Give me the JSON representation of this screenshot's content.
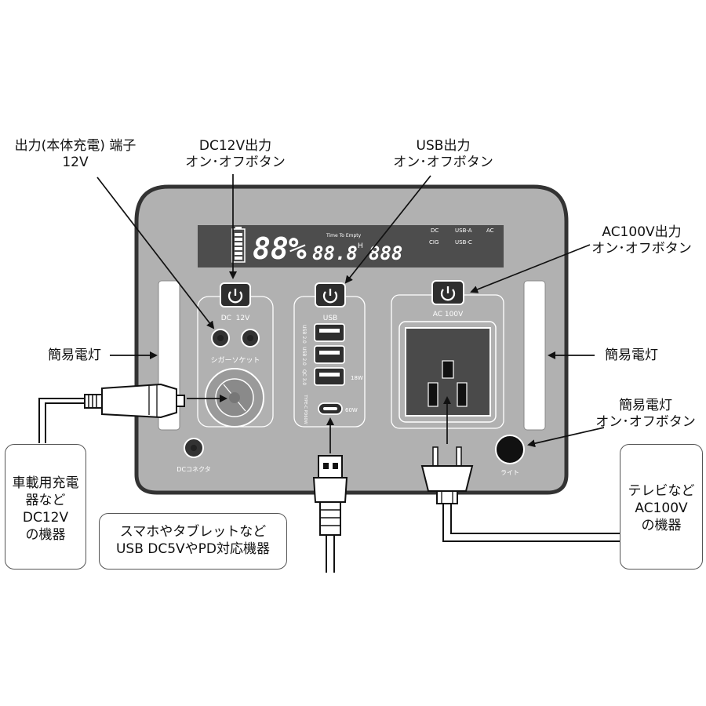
{
  "labels": {
    "dc_out_port": [
      "出力(本体充電) 端子",
      "12V"
    ],
    "dc12v_button": [
      "DC12V出力",
      "オン･オフボタン"
    ],
    "usb_button": [
      "USB出力",
      "オン･オフボタン"
    ],
    "ac100v_button": [
      "AC100V出力",
      "オン･オフボタン"
    ],
    "lamp_left": "簡易電灯",
    "lamp_right": "簡易電灯",
    "lamp_button": [
      "簡易電灯",
      "オン･オフボタン"
    ]
  },
  "device_boxes": {
    "car": [
      "車載用充電",
      "器など",
      "DC12V",
      "の機器"
    ],
    "usb": [
      "スマホやタブレットなど",
      "USB DC5VやPD対応機器"
    ],
    "tv": [
      "テレビなど",
      "AC100V",
      "の機器"
    ]
  },
  "lcd": {
    "battery": "88%",
    "time_label": "Time To Empty",
    "time_value": "88.8",
    "time_unit": "H",
    "watts": "888",
    "indicators": [
      "DC",
      "USB-A",
      "AC",
      "CIG",
      "USB-C"
    ]
  },
  "panel": {
    "dc_label": "DC  12V",
    "cig_label": "シガーソケット",
    "dc_connector": "DCコネクタ",
    "usb_label": "USB",
    "usb_ports": [
      "USB 2.0",
      "USB 2.0",
      "QC 3.0"
    ],
    "qc_watt": "18W",
    "typec_label": "TYPE-C PD60W",
    "typec_watt": "60W",
    "ac_label": "AC 100V",
    "light_label": "ライト"
  },
  "colors": {
    "panel": "#b1b1b1",
    "frame": "#333333",
    "lcd": "#4d4d4d",
    "lamp": "#ffffff"
  }
}
